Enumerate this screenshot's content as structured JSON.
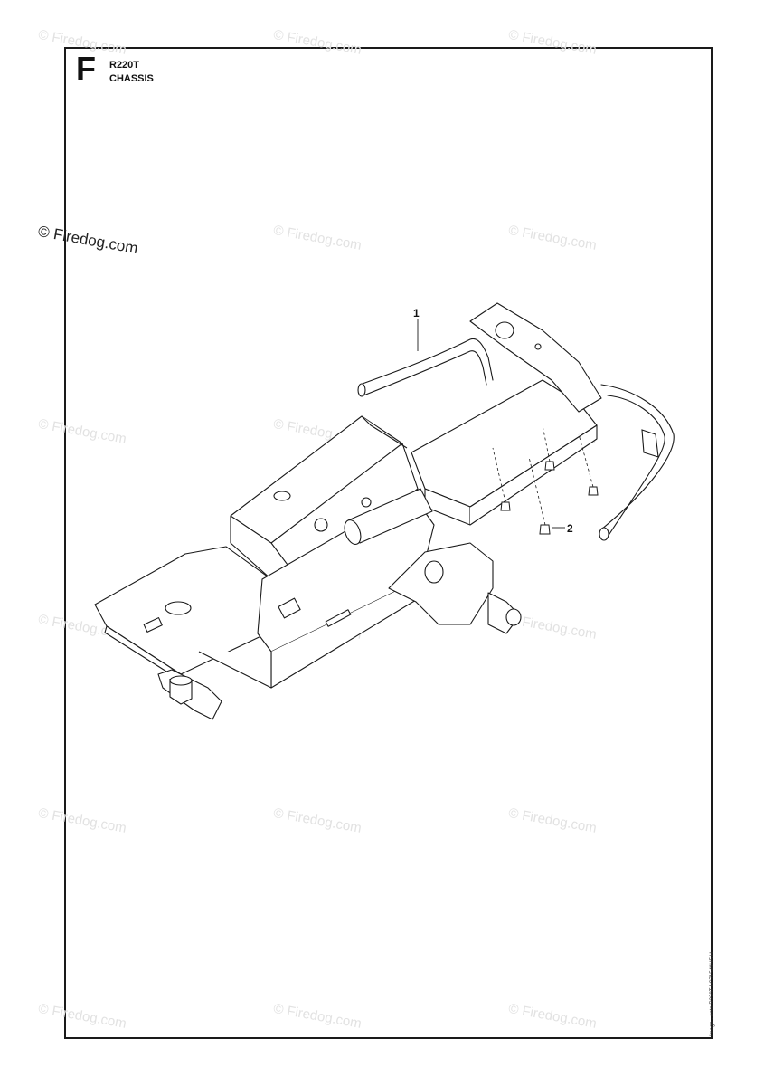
{
  "header": {
    "section_letter": "F",
    "model": "R220T",
    "section": "CHASSIS"
  },
  "watermark": {
    "text": "© Firedog.com",
    "color": "#e2e2e2"
  },
  "callouts": [
    {
      "label": "1"
    },
    {
      "label": "2"
    }
  ],
  "side_code": "Image - ente R220T 1C71544H5 H",
  "colors": {
    "line": "#1a1a1a",
    "fill": "#ffffff"
  }
}
